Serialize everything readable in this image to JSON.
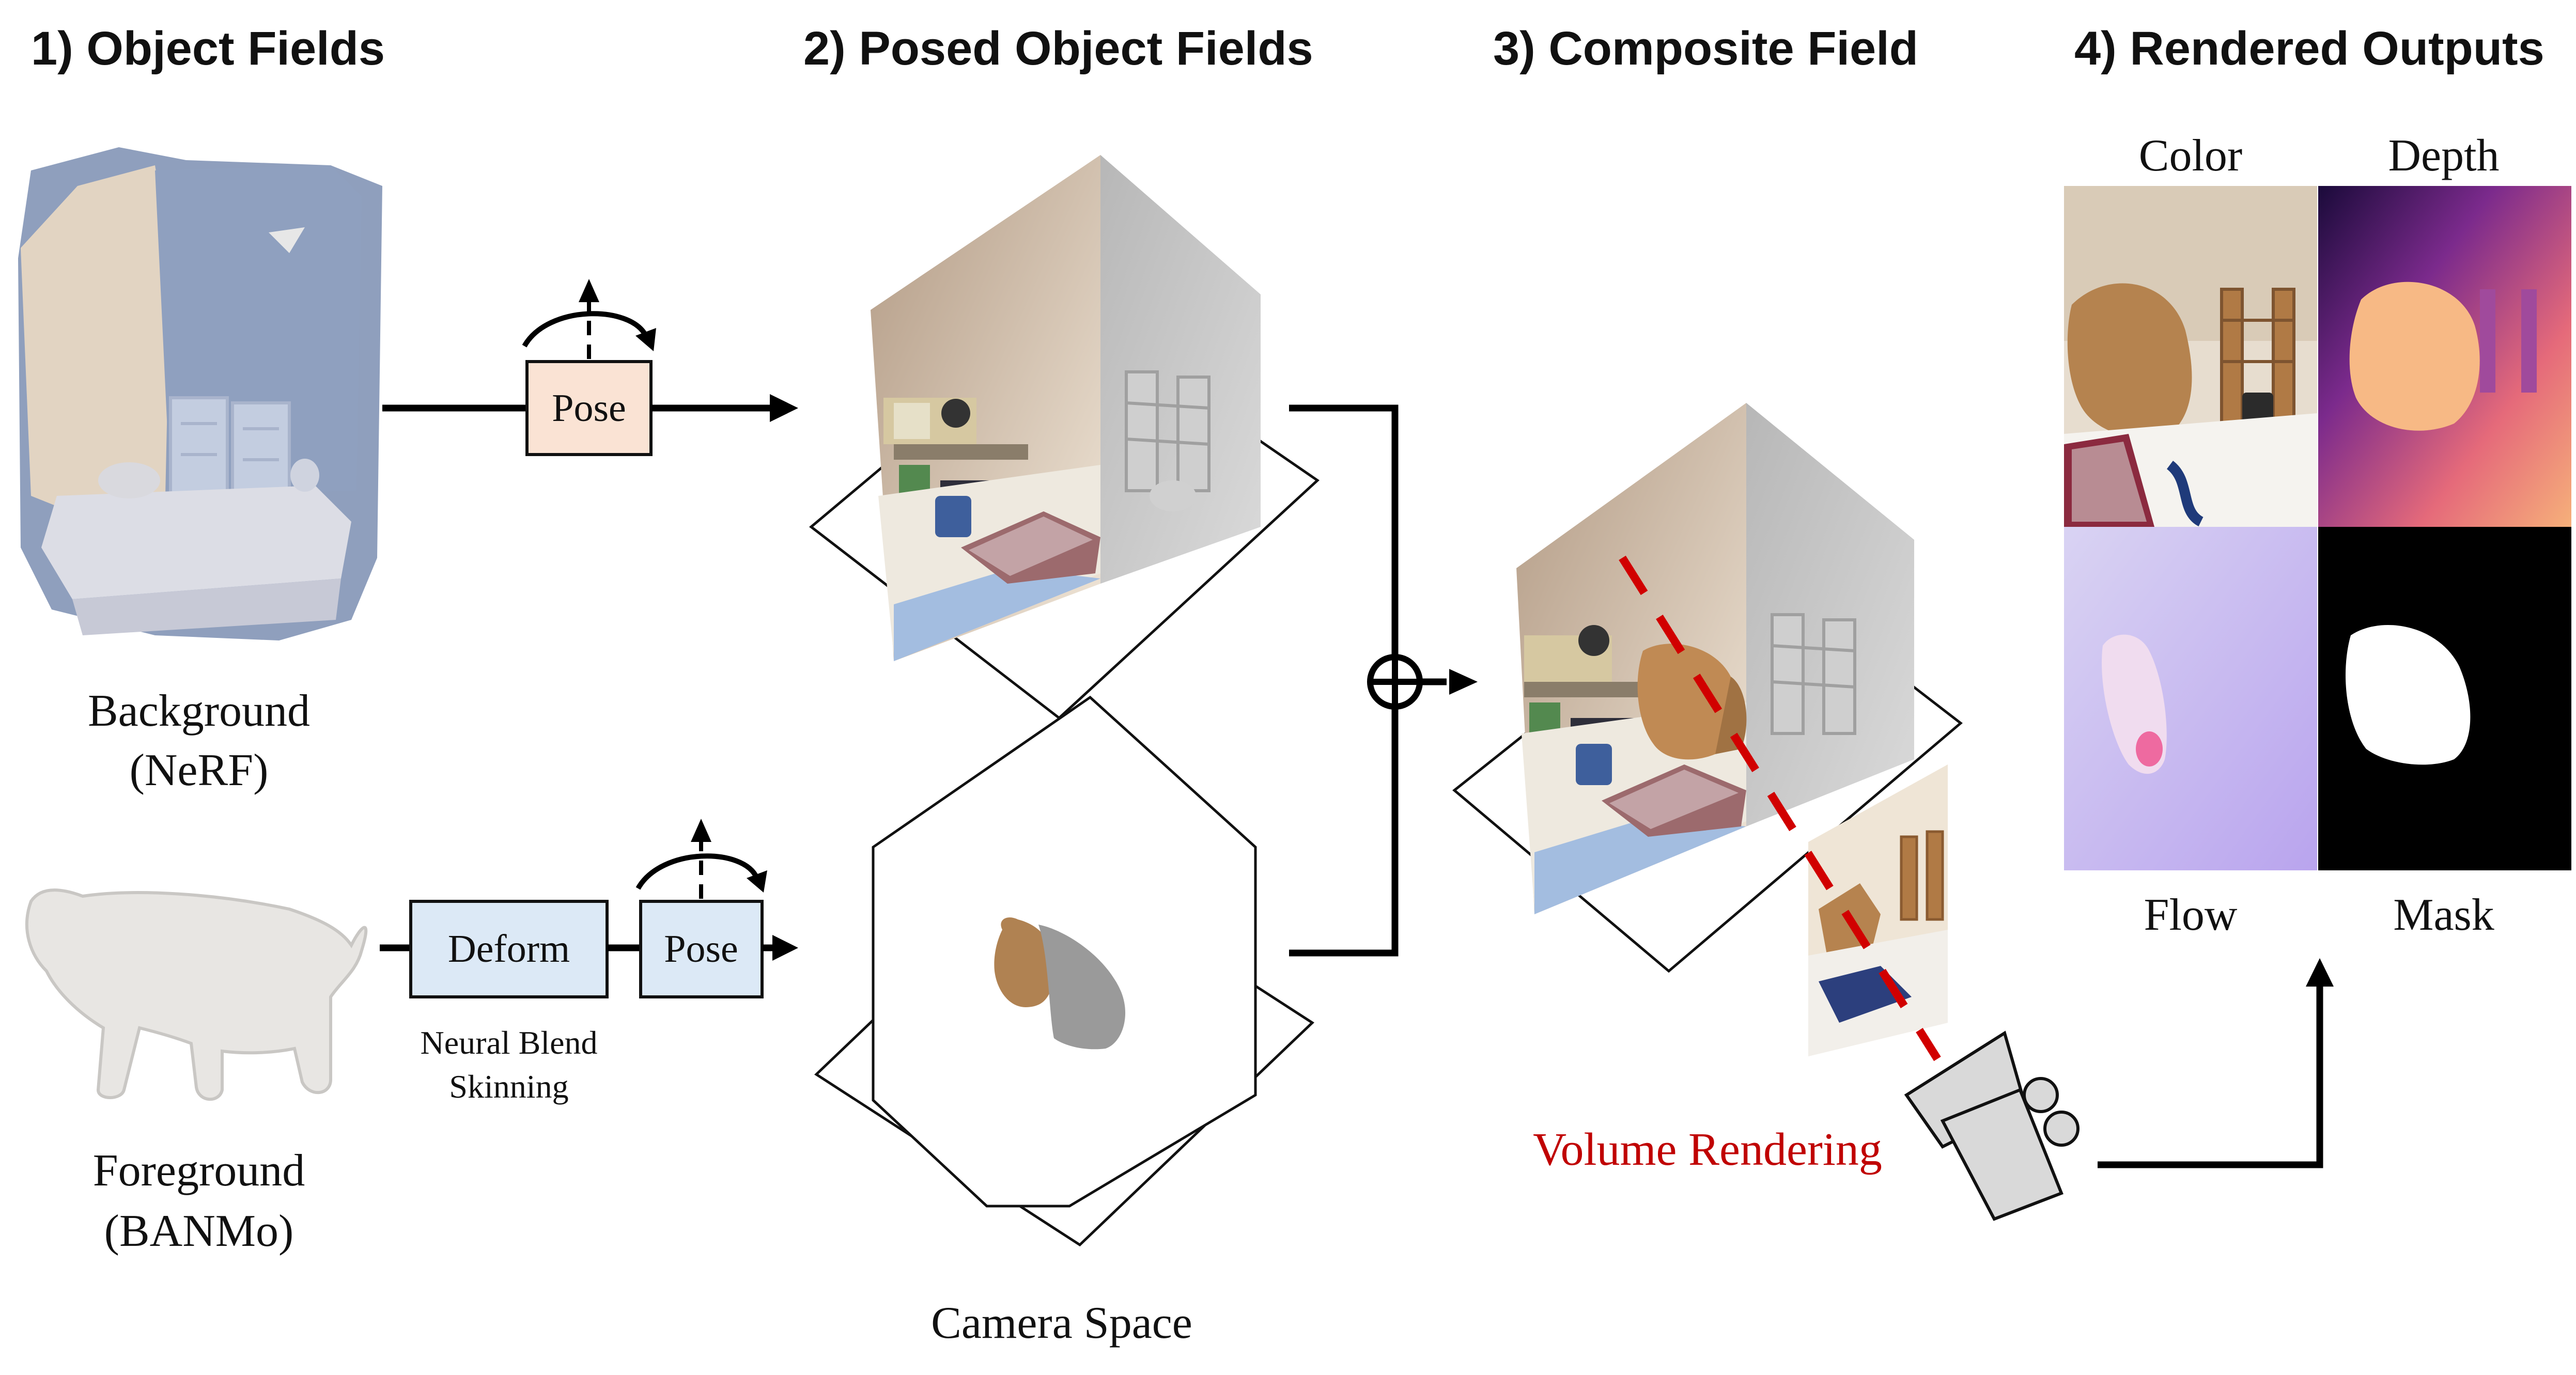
{
  "headers": {
    "object_fields": "1) Object Fields",
    "posed_object_fields": "2) Posed Object Fields",
    "composite_field": "3) Composite Field",
    "rendered_outputs": "4) Rendered Outputs"
  },
  "background": {
    "name": "Background",
    "model": "(NeRF)"
  },
  "foreground": {
    "name": "Foreground",
    "model": "(BANMo)"
  },
  "pose_label": "Pose",
  "deform_label": "Deform",
  "skinning": {
    "line1": "Neural Blend",
    "line2": "Skinning"
  },
  "camera_space": "Camera Space",
  "volume_rendering": "Volume Rendering",
  "outputs": {
    "color": "Color",
    "depth": "Depth",
    "flow": "Flow",
    "mask": "Mask"
  },
  "colors": {
    "pose_box_fill": "#fae3d4",
    "deform_box_fill": "#dce9f6",
    "volume_rendering_red": "#c00000",
    "mesh_blue": "#8f9fbd",
    "mesh_white": "#e8e6e3"
  }
}
